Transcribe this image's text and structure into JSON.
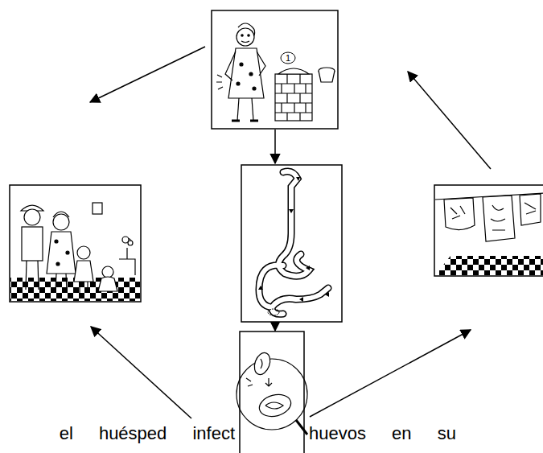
{
  "diagram": {
    "labels": [
      "1",
      "el huésped infect",
      "huevos en su"
    ]
  }
}
